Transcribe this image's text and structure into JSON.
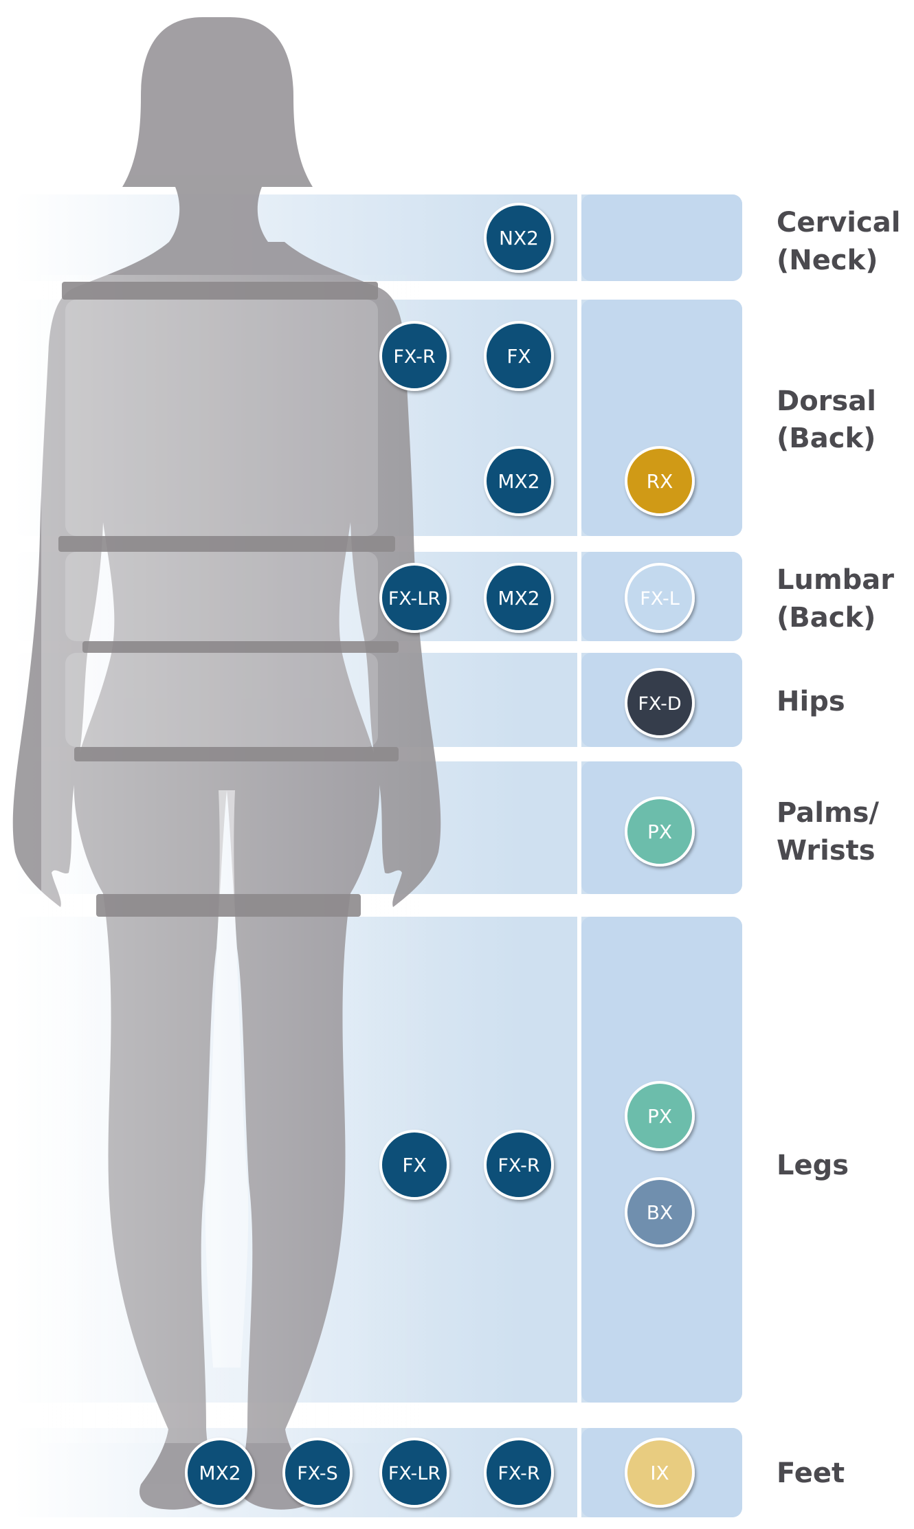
{
  "regions": [
    {
      "id": "cervical",
      "label": [
        "Cervical",
        "(Neck)"
      ],
      "left_badges": [
        "NX2"
      ],
      "right_badges": []
    },
    {
      "id": "dorsal",
      "label": [
        "Dorsal",
        "(Back)"
      ],
      "left_badges": [
        "FX-R",
        "FX",
        "MX2"
      ],
      "right_badges": [
        "RX"
      ]
    },
    {
      "id": "lumbar",
      "label": [
        "Lumbar",
        "(Back)"
      ],
      "left_badges": [
        "FX-LR",
        "MX2"
      ],
      "right_badges": [
        "FX-L"
      ]
    },
    {
      "id": "hips",
      "label": [
        "Hips"
      ],
      "left_badges": [],
      "right_badges": [
        "FX-D"
      ]
    },
    {
      "id": "palms",
      "label": [
        "Palms/",
        "Wrists"
      ],
      "left_badges": [],
      "right_badges": [
        "PX"
      ]
    },
    {
      "id": "legs",
      "label": [
        "Legs"
      ],
      "left_badges": [
        "FX",
        "FX-R"
      ],
      "right_badges": [
        "PX",
        "BX"
      ]
    },
    {
      "id": "feet",
      "label": [
        "Feet"
      ],
      "left_badges": [
        "MX2",
        "FX-S",
        "FX-LR",
        "FX-R"
      ],
      "right_badges": [
        "IX"
      ]
    }
  ],
  "colors": {
    "navy": "#0e5078",
    "gold": "#d09a17",
    "light_blue": "#c3d9ee",
    "charcoal": "#343d4b",
    "teal": "#6cbdab",
    "slate_blue": "#6f8fae",
    "pale_gold": "#e8cc80",
    "silhouette": "#9a979b",
    "panel": "#cfe0f0",
    "panel_right": "#c3d8ee",
    "label_text": "#4b4a4f"
  }
}
